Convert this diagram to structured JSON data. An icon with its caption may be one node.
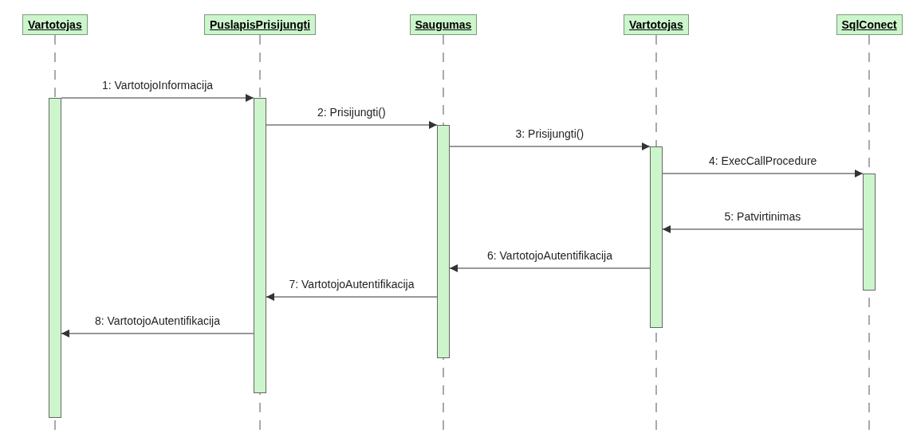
{
  "diagram": {
    "nodes": [
      {
        "text": [
          "Vartotojas"
        ]
      },
      {
        "text": [
          "PuslapisPrisijungti"
        ]
      },
      {
        "text": [
          "Saugumas"
        ]
      },
      {
        "text": [
          "Vartotojas"
        ]
      },
      {
        "text": [
          "SqlConect"
        ]
      },
      {
        "text": [],
        "shape": "bar"
      },
      {
        "text": [],
        "shape": "bar"
      },
      {
        "text": [],
        "shape": "bar"
      },
      {
        "text": [],
        "shape": "bar"
      },
      {
        "text": [],
        "shape": "bar"
      }
    ],
    "edges": [
      {
        "from": 5,
        "to": 6,
        "arrow": "to",
        "label": "1: VartotojoInformacija"
      },
      {
        "from": 6,
        "to": 7,
        "arrow": "to",
        "label": "2: Prisijungti()"
      },
      {
        "from": 7,
        "to": 8,
        "arrow": "to",
        "label": "3: Prisijungti()"
      },
      {
        "from": 8,
        "to": 9,
        "arrow": "to",
        "label": "4: ExecCallProcedure"
      },
      {
        "from": 9,
        "to": 8,
        "arrow": "to",
        "label": "5: Patvirtinimas"
      },
      {
        "from": 8,
        "to": 7,
        "arrow": "to",
        "label": "6: VartotojoAutentifikacija"
      },
      {
        "from": 7,
        "to": 6,
        "arrow": "to",
        "label": "7: VartotojoAutentifikacija"
      },
      {
        "from": 6,
        "to": 5,
        "arrow": "to",
        "label": "8: VartotojoAutentifikacija"
      }
    ]
  }
}
